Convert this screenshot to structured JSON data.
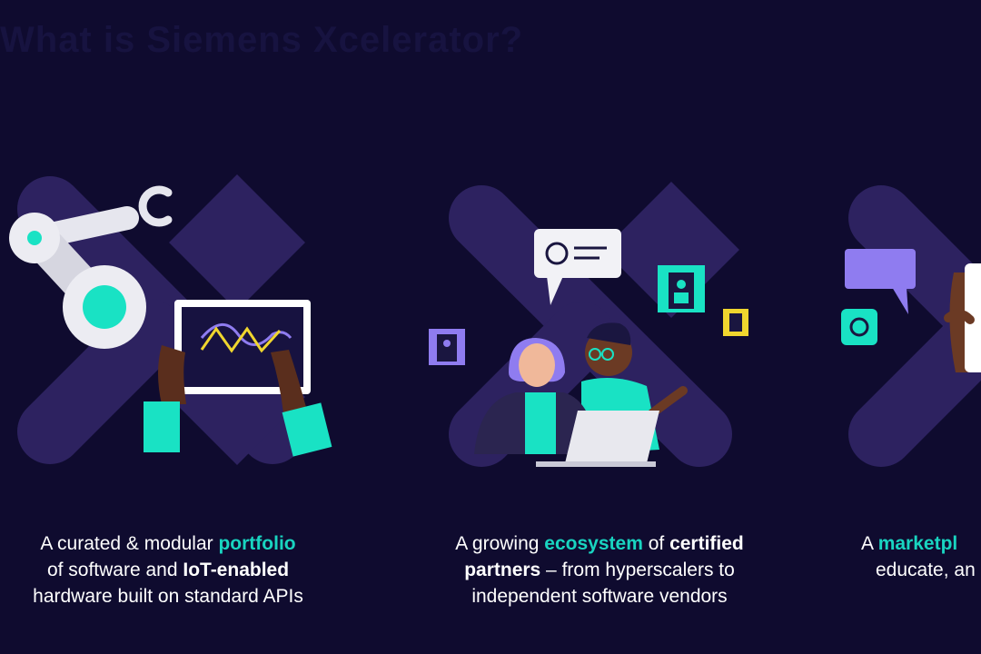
{
  "heading": "What is Siemens Xcelerator?",
  "colors": {
    "background": "#0f0b2f",
    "accent": "#19d4c0",
    "x_shape": "#2d2260",
    "purple": "#8f7cf0",
    "teal": "#19e2c4",
    "white": "#ffffff"
  },
  "panels": [
    {
      "illustration": "robot-arm-tablet-illustration",
      "caption": {
        "l1_a": "A curated & modular ",
        "l1_b": "portfolio",
        "l2_a": "of software and ",
        "l2_b": "IoT-enabled",
        "l3": "hardware built on standard APIs"
      }
    },
    {
      "illustration": "people-laptop-ecosystem-illustration",
      "caption": {
        "l1_a": "A growing ",
        "l1_b": "ecosystem",
        "l1_c": " of ",
        "l1_d": "certified",
        "l2_a": "partners",
        "l2_b": " – from hyperscalers to",
        "l3": "independent software vendors"
      }
    },
    {
      "illustration": "marketplace-phone-illustration",
      "caption": {
        "l1_a": "A ",
        "l1_b": "marketpl",
        "l2": "educate, an"
      }
    }
  ]
}
